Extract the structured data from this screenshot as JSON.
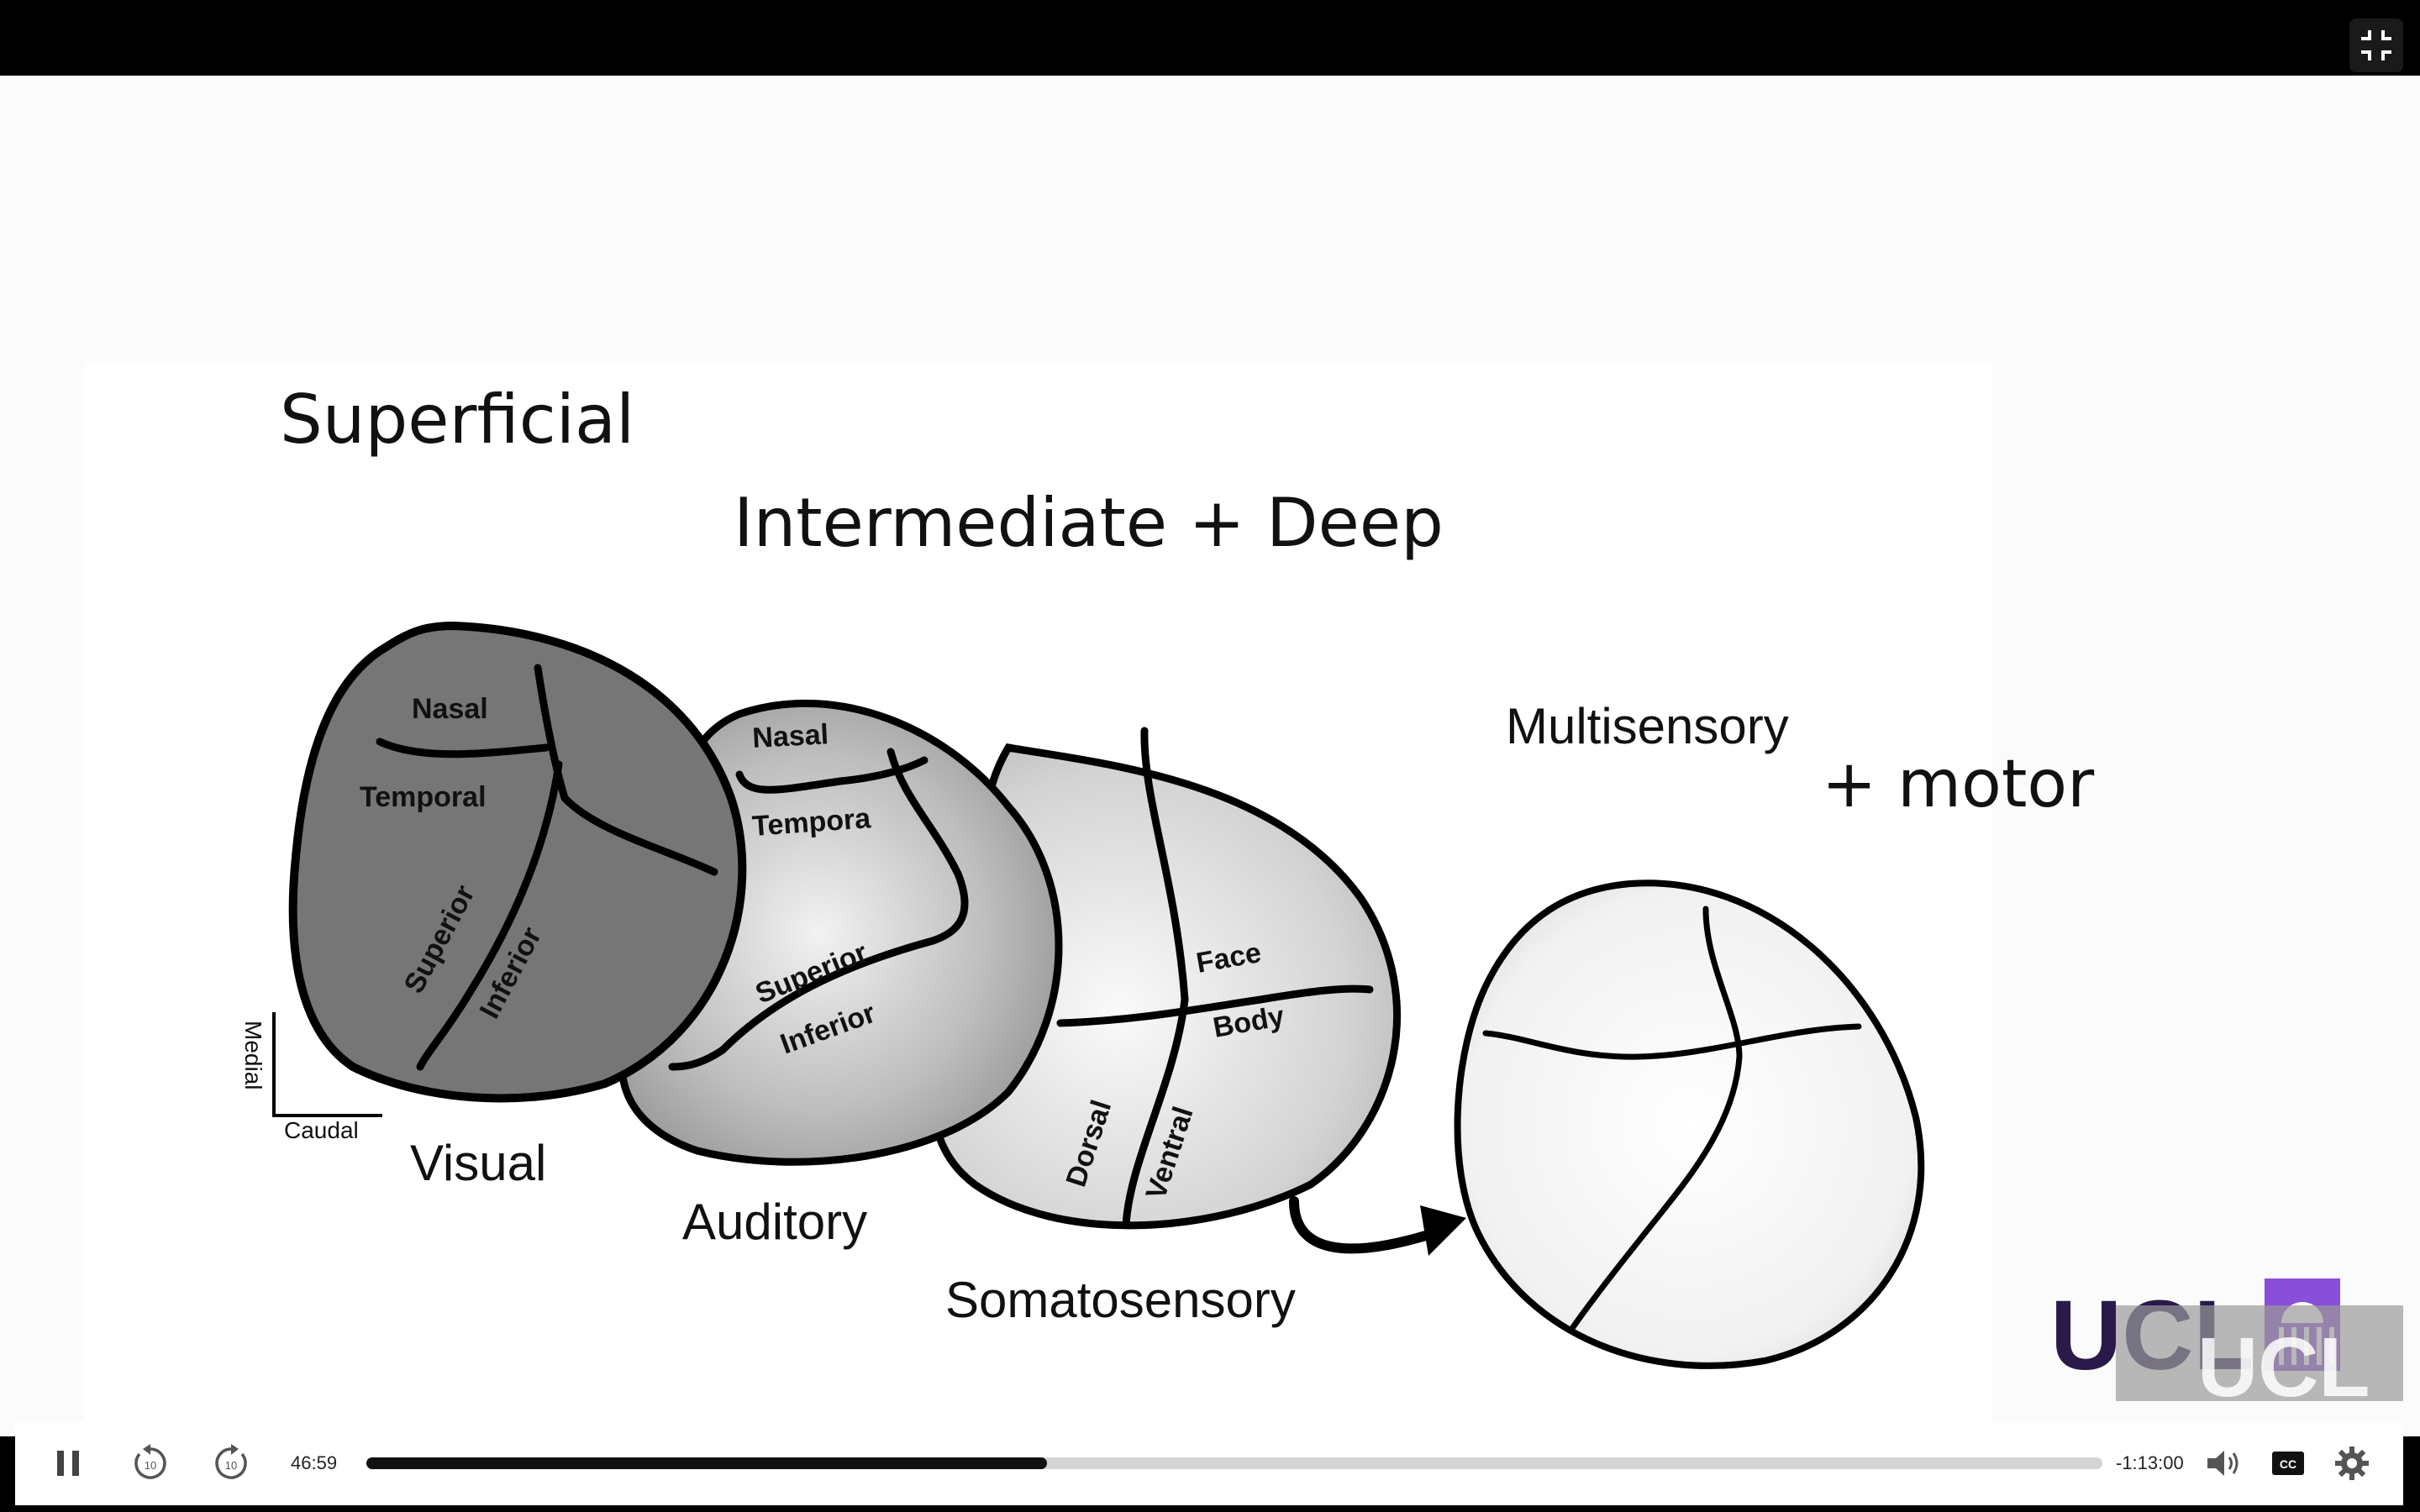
{
  "player": {
    "current_time": "46:59",
    "remaining_time": "-1:13:00",
    "progress_fraction": 0.392,
    "skip_back_seconds": "10",
    "skip_forward_seconds": "10",
    "cc_label": "CC"
  },
  "slide": {
    "heading_superficial": "Superficial",
    "heading_intermediate": "Intermediate + Deep",
    "heading_multisensory": "Multisensory",
    "heading_motor": "+ motor",
    "label_visual": "Visual",
    "label_auditory": "Auditory",
    "label_somatosensory": "Somatosensory",
    "axis_medial": "Medial",
    "axis_caudal": "Caudal",
    "visual_nasal": "Nasal",
    "visual_temporal": "Temporal",
    "visual_superior": "Superior",
    "visual_inferior": "Inferior",
    "auditory_nasal": "Nasal",
    "auditory_temporal": "Tempora",
    "auditory_superior": "Superior",
    "auditory_inferior": "Inferior",
    "soma_face": "Face",
    "soma_body": "Body",
    "soma_dorsal": "Dorsal",
    "soma_ventral": "Ventral"
  },
  "logo": {
    "text": "UCL",
    "text_watermark": "UCL"
  },
  "colors": {
    "accent_purple": "#8a4fd8",
    "logo_dark": "#2a1a4a",
    "progress_fill": "#111111"
  }
}
